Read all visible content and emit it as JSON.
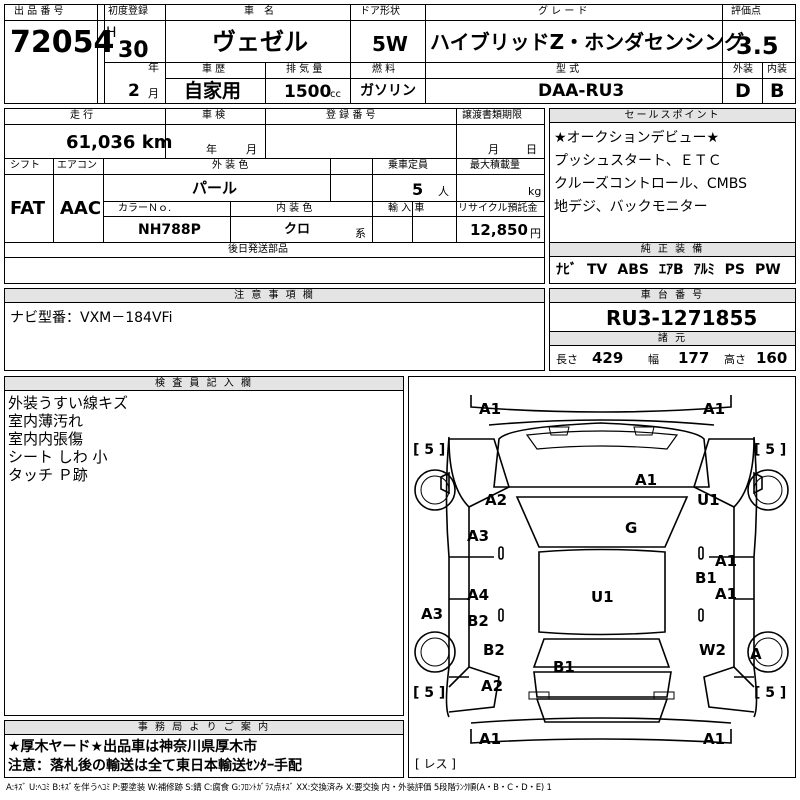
{
  "header": {
    "lot_label": "出 品 番 号",
    "lot_number": "72054",
    "first_reg_label": "初度登録",
    "era": "H",
    "year": "30",
    "year_unit": "年",
    "month": "2",
    "month_unit": "月",
    "name_label": "車　名",
    "car_name": "ヴェゼル",
    "door_label": "ドア形状",
    "door": "5W",
    "grade_label": "グ レ ー ド",
    "grade": "ハイブリッドZ・ホンダセンシング",
    "score_label": "評価点",
    "score": "3.5",
    "history_label": "車 歴",
    "history": "自家用",
    "disp_label": "排 気 量",
    "displacement": "1500",
    "disp_unit": "cc",
    "fuel_label": "燃 料",
    "fuel": "ガソリン",
    "model_label": "型 式",
    "model": "DAA-RU3",
    "ext_grade_label": "外装",
    "ext_grade": "D",
    "int_grade_label": "内装",
    "int_grade": "B"
  },
  "row2": {
    "mileage_label": "走 行",
    "mileage": "61,036 km",
    "inspection_label": "車 検",
    "insp_year_unit": "年",
    "insp_month_unit": "月",
    "reg_label": "登 録 番 号",
    "transfer_label": "譲渡書類期限",
    "transfer_month_unit": "月",
    "transfer_day_unit": "日",
    "shift_label": "シフト",
    "shift": "FAT",
    "ac_label": "エアコン",
    "ac": "AAC",
    "ext_color_label": "外 装 色",
    "ext_color": "パール",
    "capacity_label": "乗車定員",
    "capacity": "5",
    "capacity_unit": "人",
    "load_label": "最大積載量",
    "load_unit": "kg",
    "color_no_label": "カラーＮｏ.",
    "color_no": "NH788P",
    "int_color_label": "内 装 色",
    "int_color": "クロ",
    "int_color_unit": "系",
    "import_label": "輸 入 車",
    "recycle_label": "リサイクル預託金",
    "recycle": "12,850",
    "recycle_unit": "円",
    "later_parts_label": "後日発送部品"
  },
  "sales": {
    "label": "セールスポイント",
    "lines": [
      "★オークションデビュー★",
      "プッシュスタート、ＥＴＣ",
      "クルーズコントロール、CMBS",
      "地デジ、バックモニター"
    ]
  },
  "equipment": {
    "label": "純 正 装 備",
    "items": [
      "ﾅﾋﾞ",
      "TV",
      "ABS",
      "ｴｱB",
      "ｱﾙﾐ",
      "PS",
      "PW"
    ]
  },
  "notes": {
    "label": "注 意 事 項 欄",
    "text": "ナビ型番：VXM－184VFi"
  },
  "chassis": {
    "label": "車 台 番 号",
    "number": "RU3-1271855",
    "spec_label": "諸 元",
    "length_label": "長さ",
    "length": "429",
    "width_label": "幅",
    "width": "177",
    "height_label": "高さ",
    "height": "160"
  },
  "inspector": {
    "label": "検 査 員 記 入 欄",
    "lines": [
      "外装うすい線キズ",
      "室内薄汚れ",
      "室内内張傷",
      "シート しわ 小",
      "タッチ Ｐ跡"
    ]
  },
  "office": {
    "label": "事 務 局 よ り ご 案 内",
    "lines": [
      "★厚木ヤード★出品車は神奈川県厚木市",
      "注意：落札後の輸送は全て東日本輸送ｾﾝﾀｰ手配"
    ]
  },
  "diagram": {
    "marks": [
      "A1",
      "A1",
      "A1",
      "A2",
      "U1",
      "G",
      "A3",
      "A1",
      "B1",
      "A4",
      "U1",
      "A1",
      "B2",
      "A3",
      "B2",
      "W2",
      "A",
      "B1",
      "A2",
      "A1",
      "A1"
    ],
    "tires": [
      "[ 5 ]",
      "[ 5 ]",
      "[ 5 ]",
      "[ 5 ]"
    ],
    "less_label": "[ レス ]"
  },
  "legend": "A:ｷｽﾞ U:ﾍｺﾐ B:ｷｽﾞを伴うﾍｺﾐ P:要塗装 W:補修跡 S:錆 C:腐食 G:ﾌﾛﾝﾄｶﾞﾗｽ点ｷｽﾞ XX:交換済み X:要交換  内・外装評価  5段階ﾗﾝｸ順(A・B・C・D・E) 1"
}
